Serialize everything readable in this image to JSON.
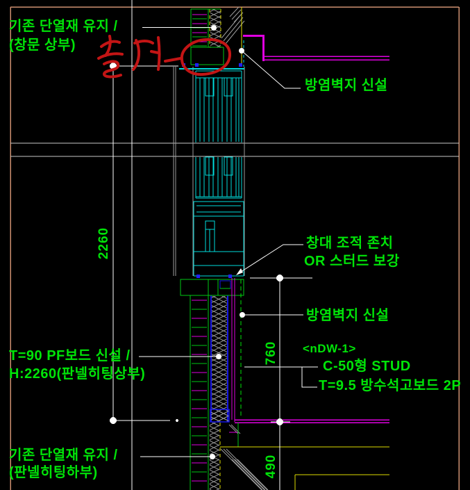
{
  "labels": {
    "existing_insulation_top_1": "기존 단열재 유지 /",
    "existing_insulation_top_2": "(창문 상부)",
    "wallpaper_new_top": "방염벽지 신설",
    "window_stool_note_1": "창대 조적 존치",
    "window_stool_note_2": "OR 스터드 보강",
    "wallpaper_new_mid": "방염벽지 신설",
    "pf_board_note_1": "T=90 PF보드 신설 /",
    "pf_board_note_2": "H:2260(판넬히팅상부)",
    "wall_type_tag": "<nDW-1>",
    "stud_note": "C-50형 STUD",
    "gypsum_board_note": "T=9.5 방수석고보드 2P",
    "existing_insulation_bottom_1": "기존 단열재 유지 /",
    "existing_insulation_bottom_2": "(판넬히팅하부)"
  },
  "dimensions": {
    "wall_height": "2260",
    "stud_wall_height": "760",
    "lower_height": "490"
  },
  "handwritten_annotation": {
    "text": "철거",
    "color": "#c31515"
  },
  "colors": {
    "background": "#000000",
    "label_green": "#00e408",
    "line_cyan": "#00dcdc",
    "line_magenta": "#e100e1",
    "line_yellow": "#dedc00",
    "line_blue": "#1414e6",
    "line_white": "#ffffff",
    "line_gray": "#9c9c9c",
    "viewport_border_tan": "#cd8f70",
    "scribble_red": "#c31515"
  }
}
